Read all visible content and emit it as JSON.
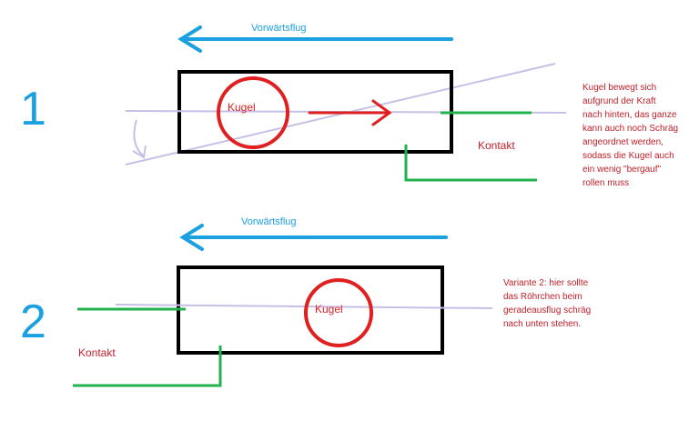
{
  "colors": {
    "blue": "#1ba1e2",
    "red": "#e02020",
    "green": "#22b14c",
    "lavender": "#c8bfe7",
    "black": "#000000",
    "note_red": "#c0202a"
  },
  "variant1": {
    "number": "1",
    "direction_label": "Vorwärtsflug",
    "ball_label": "Kugel",
    "contact_label": "Kontakt",
    "note_lines": [
      "Kugel bewegt sich",
      "aufgrund der Kraft",
      "nach hinten, das ganze",
      "kann auch noch Schräg",
      "angeordnet werden,",
      "sodass die Kugel auch",
      "ein wenig \"bergauf\"",
      "rollen muss"
    ]
  },
  "variant2": {
    "number": "2",
    "direction_label": "Vorwärtsflug",
    "ball_label": "Kugel",
    "contact_label": "Kontakt",
    "note_lines": [
      "Variante 2: hier sollte",
      "das Röhrchen beim",
      "geradeausflug schräg",
      "nach unten stehen."
    ]
  }
}
